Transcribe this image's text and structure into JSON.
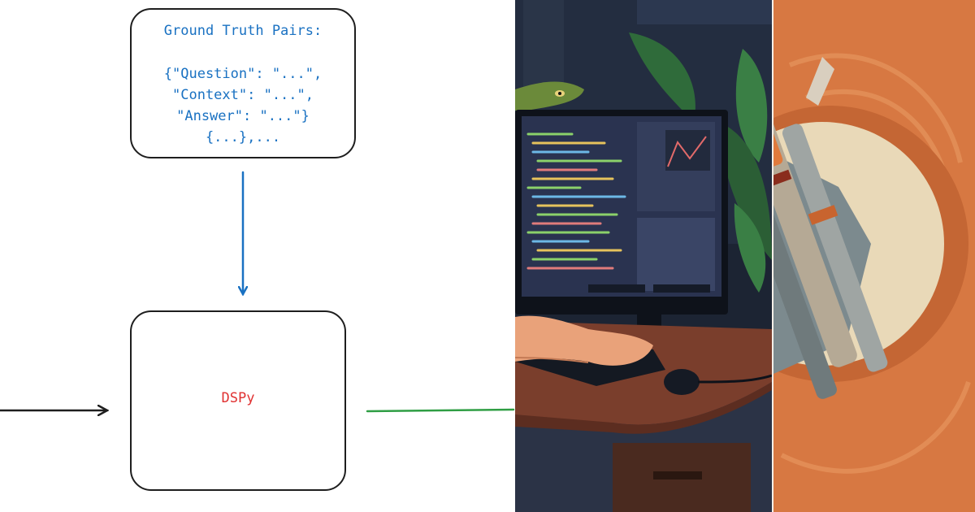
{
  "diagram": {
    "ground_truth_title": "Ground Truth Pairs:",
    "ground_truth_lines": [
      "{\"Question\": \"...\",",
      "\"Context\": \"...\",",
      "\"Answer\": \"...\"}",
      "{...},..."
    ],
    "dspy_label": "DSPy",
    "colors": {
      "ground_truth_text": "#1971c2",
      "dspy_text": "#e03131",
      "down_arrow": "#1971c2",
      "input_arrow": "#1e1e1e",
      "output_line": "#2f9e44",
      "box_stroke": "#1e1e1e"
    }
  },
  "illustrations": {
    "coder": {
      "icon": "programmer-at-desk-illustration",
      "colors": {
        "background": "#1c2433",
        "desk": "#7a3e2c",
        "plant": "#2f6b3a",
        "snake": "#6b8a3a"
      }
    },
    "tools": {
      "icon": "tools-emblem-illustration",
      "colors": {
        "background": "#d77842",
        "circle": "#e9d9b8"
      }
    }
  }
}
